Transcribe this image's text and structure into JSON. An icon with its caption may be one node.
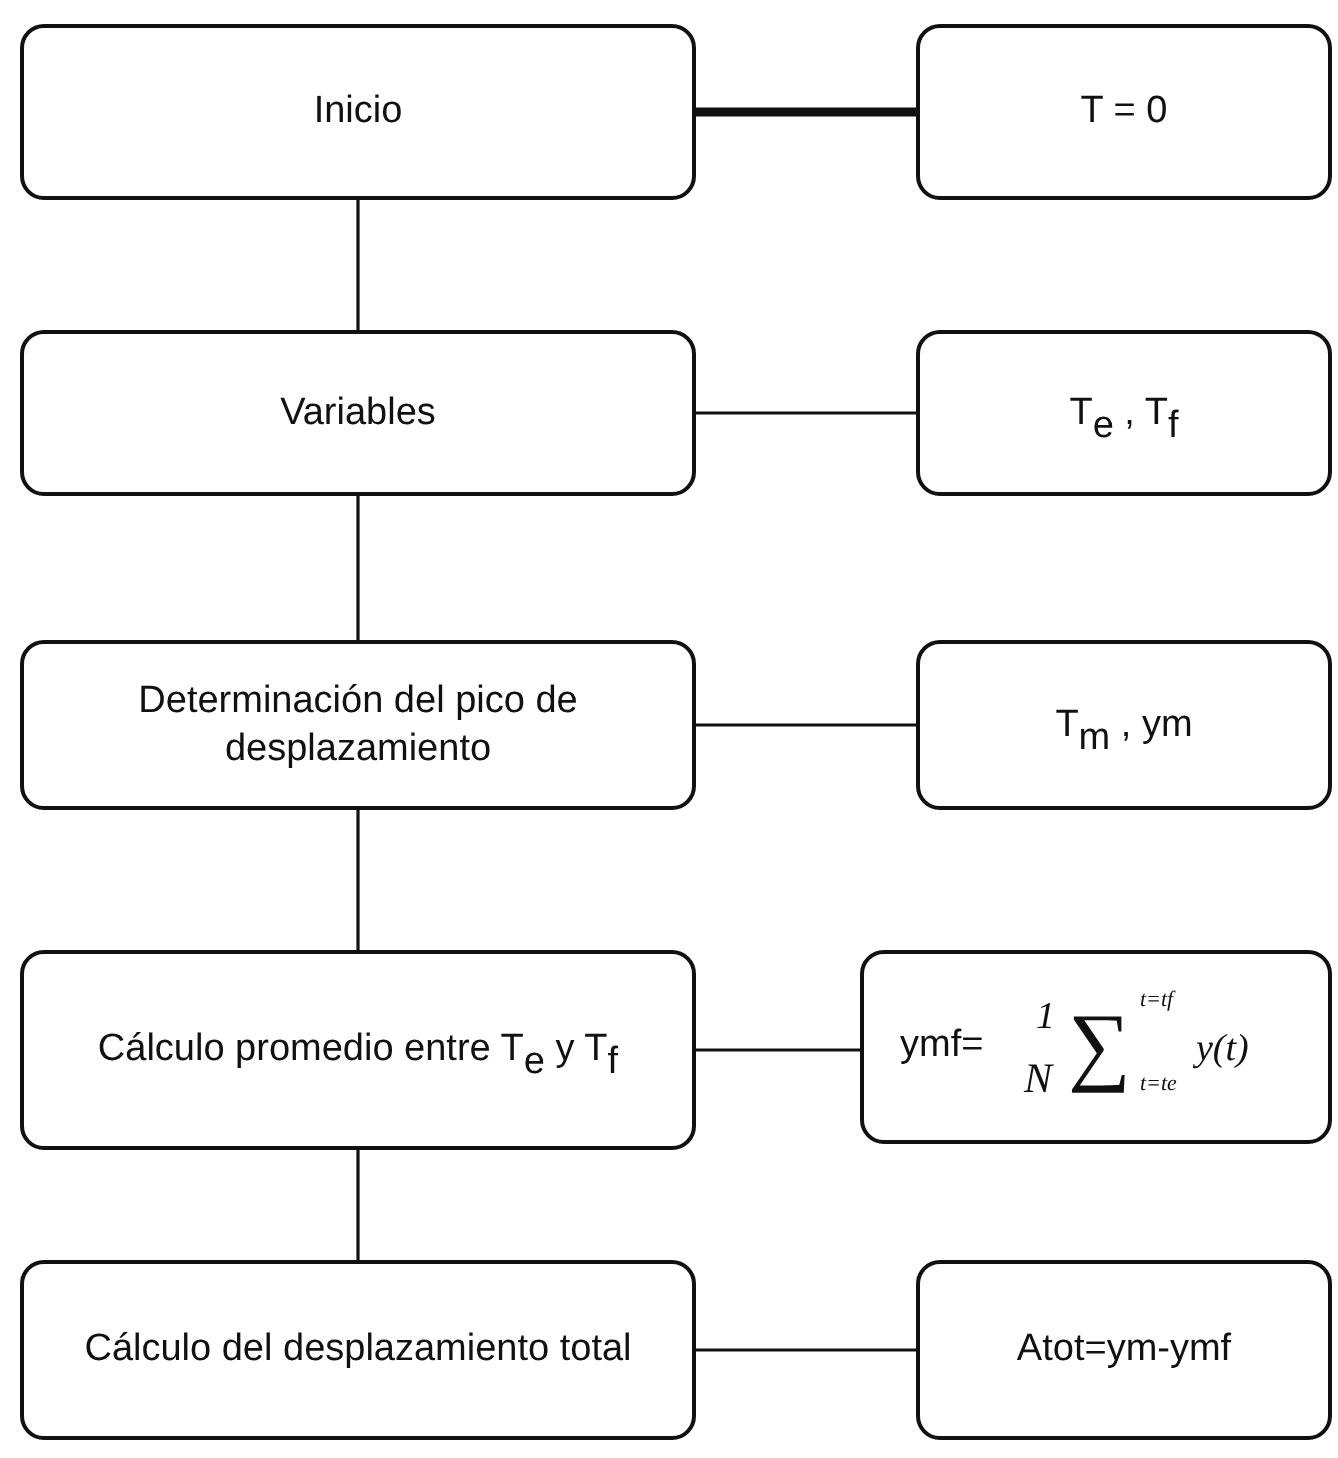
{
  "diagram": {
    "nodes": [
      {
        "text": [
          "Inicio"
        ]
      },
      {
        "text": [
          "T = 0"
        ]
      },
      {
        "text": [
          "Variables"
        ]
      },
      {
        "text": [
          "T$_{e}$ , T$_{f}$"
        ]
      },
      {
        "text": [
          "Determinación del pico de desplazamiento"
        ]
      },
      {
        "text": [
          "T$_{m}$ , ym"
        ]
      },
      {
        "text": [
          "Cálculo promedio entre T$_{e}$ y T$_{f}$"
        ]
      },
      {
        "text": [
          "ymf=",
          "1",
          "N",
          "∑",
          "t=tf",
          "t=te",
          "y(t)"
        ]
      },
      {
        "text": [
          "Cálculo del desplazamiento total"
        ]
      },
      {
        "text": [
          "Atot=ym-ymf"
        ]
      }
    ],
    "edges": [
      {
        "from": 0,
        "to": 1,
        "arrow": "none",
        "style": "thick"
      },
      {
        "from": 0,
        "to": 2,
        "arrow": "none"
      },
      {
        "from": 2,
        "to": 3,
        "arrow": "none"
      },
      {
        "from": 2,
        "to": 4,
        "arrow": "none"
      },
      {
        "from": 4,
        "to": 5,
        "arrow": "none"
      },
      {
        "from": 4,
        "to": 6,
        "arrow": "none"
      },
      {
        "from": 6,
        "to": 7,
        "arrow": "none"
      },
      {
        "from": 6,
        "to": 8,
        "arrow": "none"
      },
      {
        "from": 8,
        "to": 9,
        "arrow": "none"
      }
    ]
  }
}
